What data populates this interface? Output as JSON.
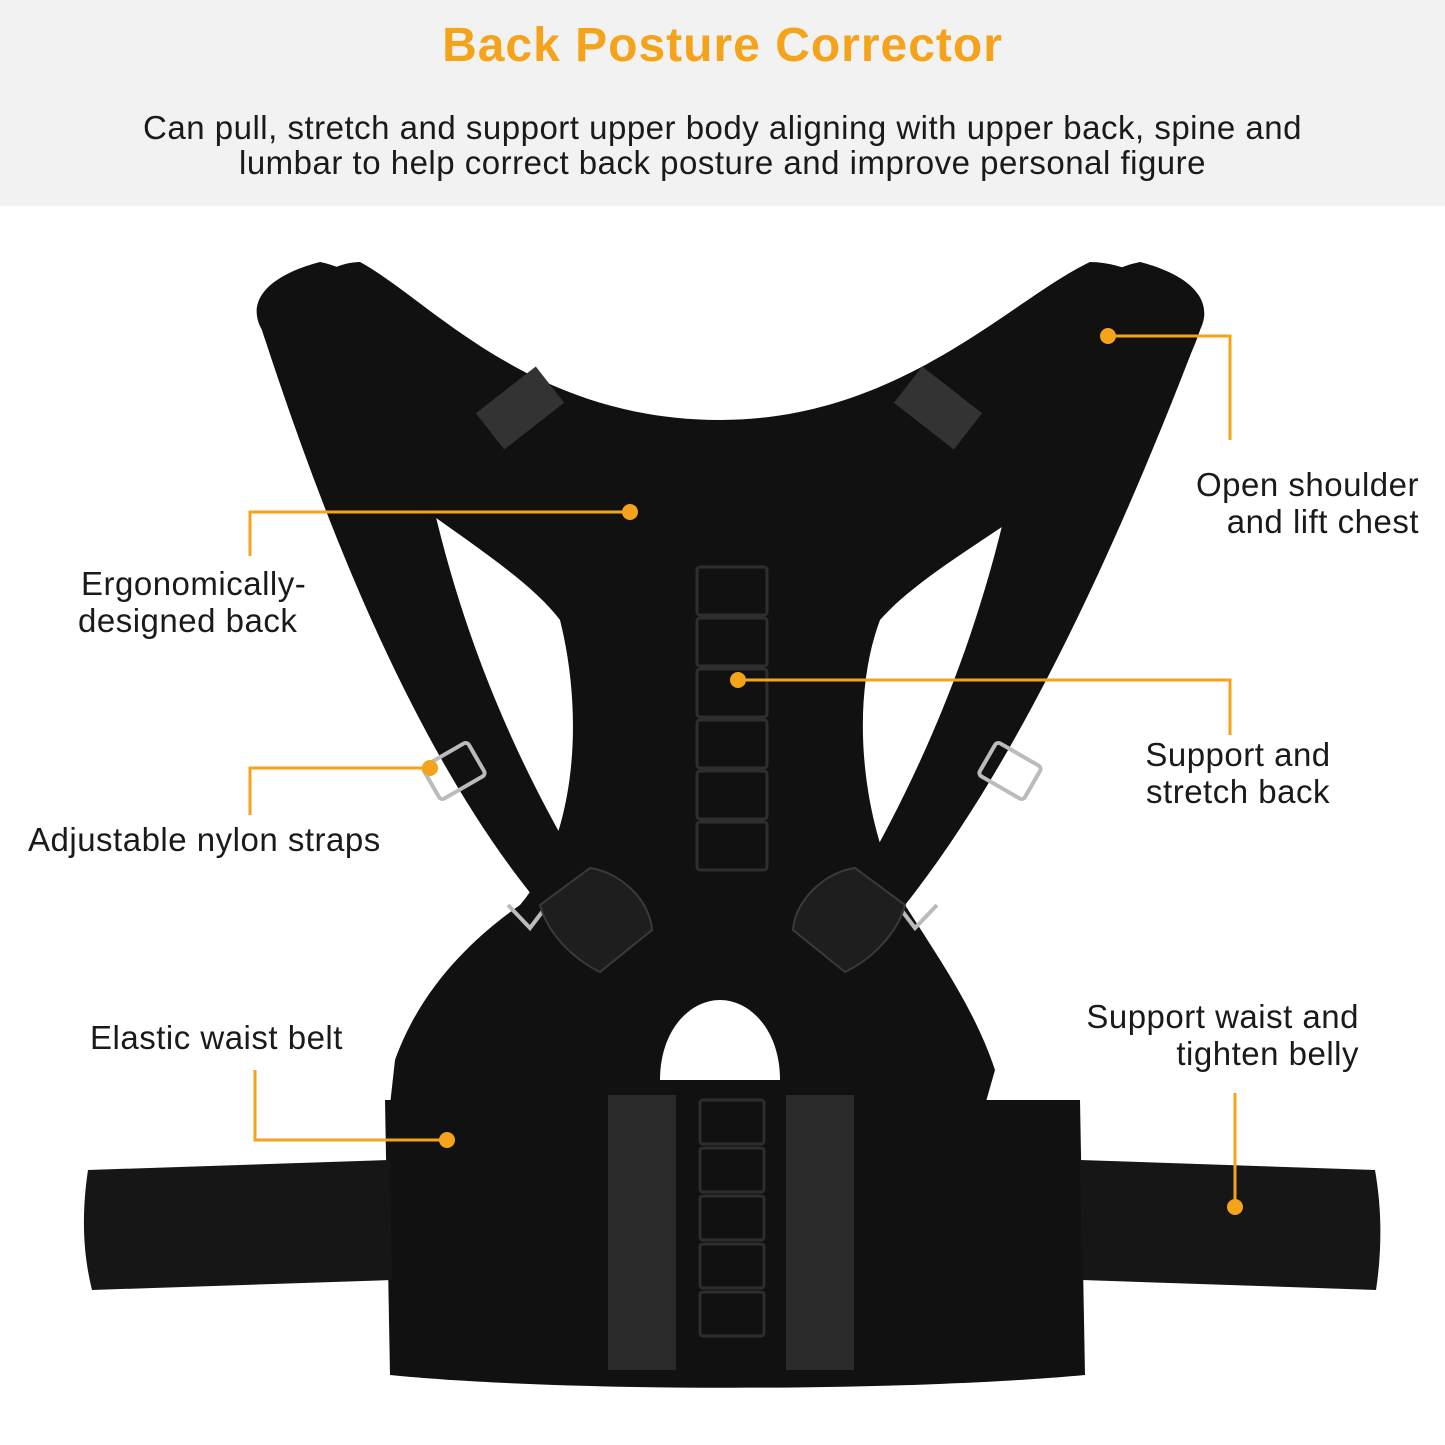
{
  "header": {
    "title": "Back Posture Corrector",
    "subtitle_line1": "Can pull, stretch and support upper body aligning with upper back, spine and",
    "subtitle_line2": "lumbar to help correct back posture and improve personal figure"
  },
  "callouts": {
    "shoulder": {
      "line1": "Open shoulder",
      "line2": "and lift chest"
    },
    "ergonomic": {
      "line1": "Ergonomically-",
      "line2": "designed back"
    },
    "stretch": {
      "line1": "Support and",
      "line2": "stretch back"
    },
    "straps": {
      "line1": "Adjustable nylon straps"
    },
    "belt": {
      "line1": "Elastic waist belt"
    },
    "waist": {
      "line1": "Support waist and",
      "line2": "tighten belly"
    }
  },
  "colors": {
    "accent": "#f5a31a",
    "product": "#111111",
    "header_bg": "#f2f2f2"
  }
}
